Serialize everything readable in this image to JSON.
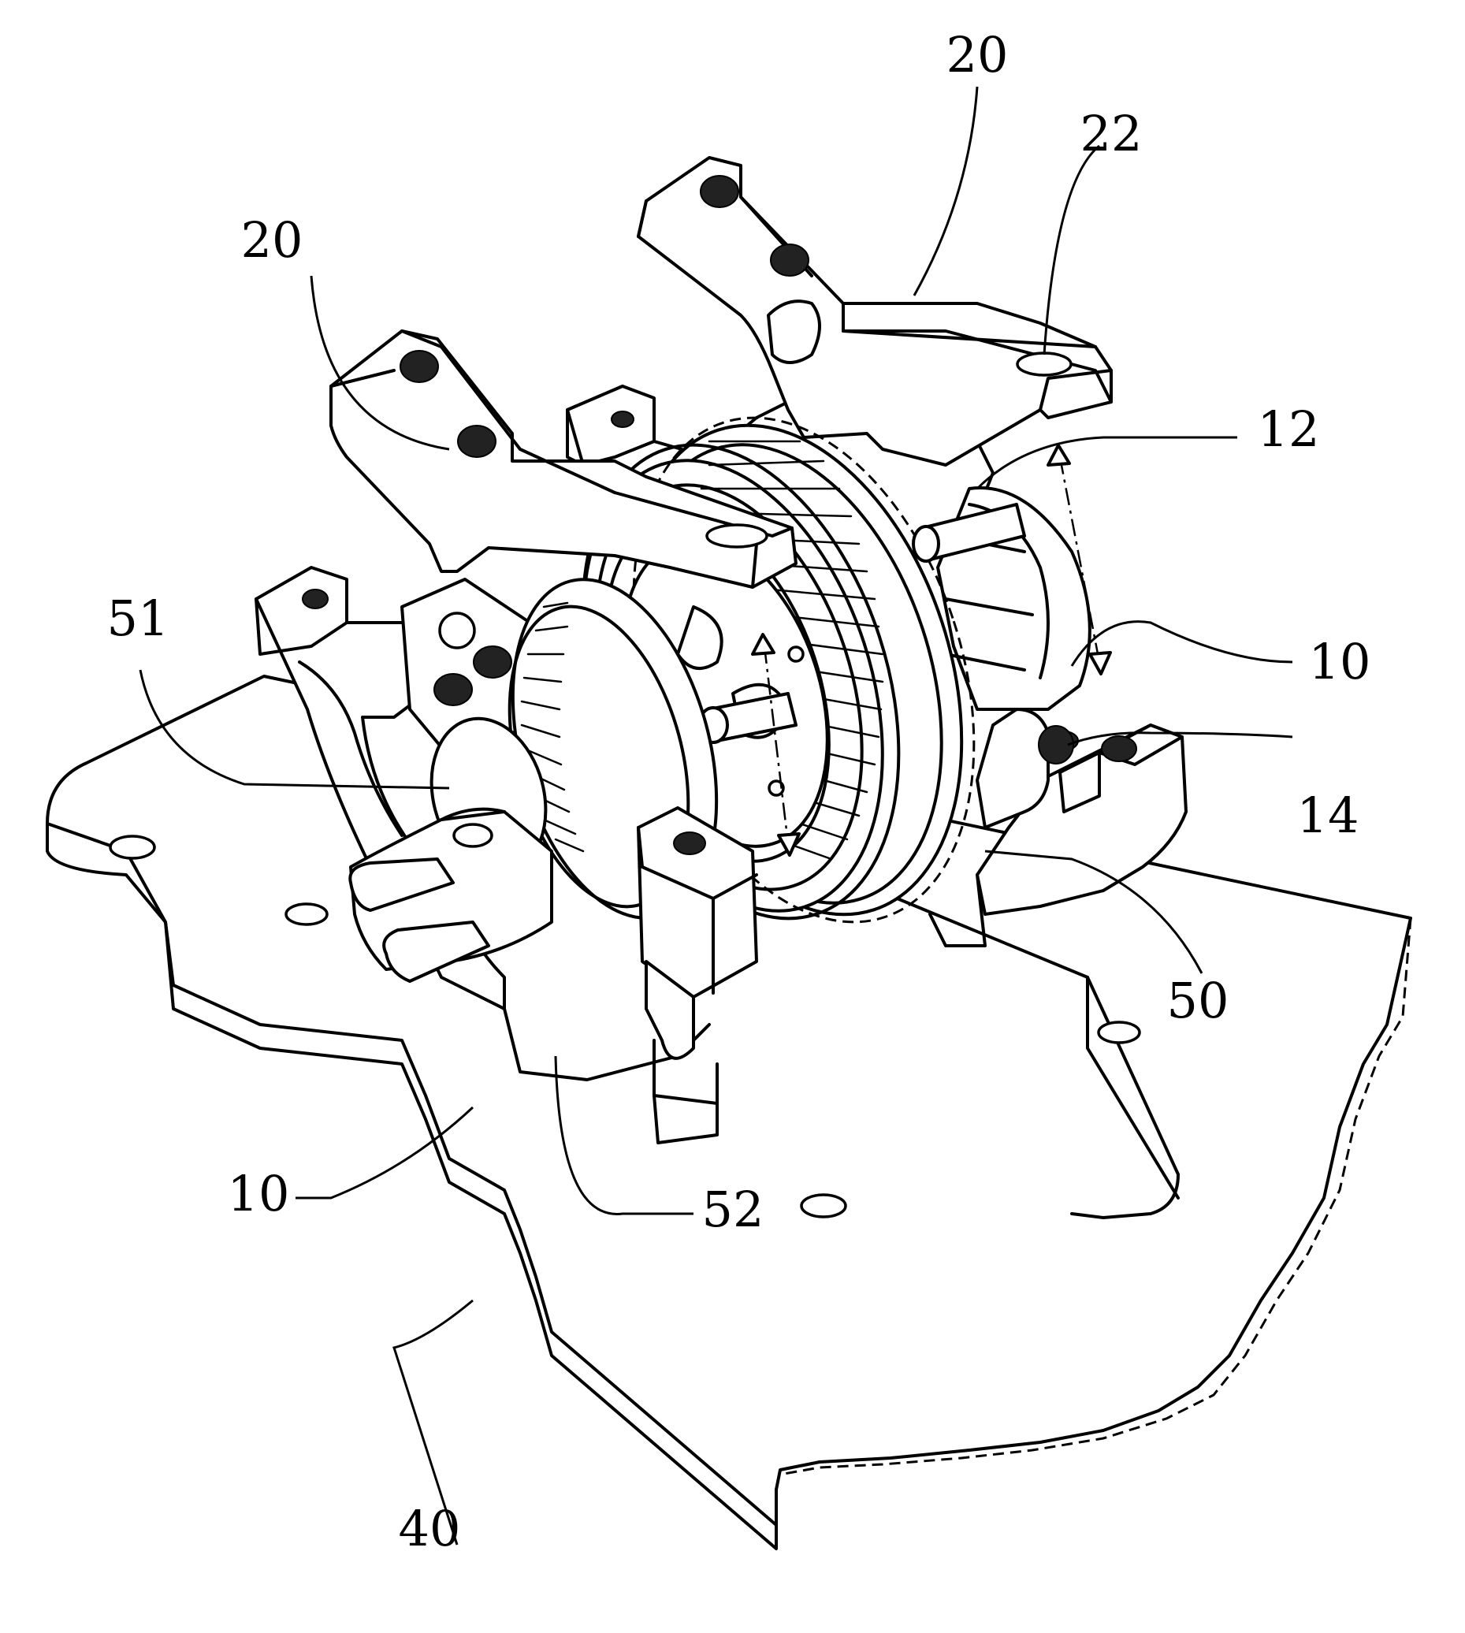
{
  "figure": {
    "labels": {
      "arm_upper": "20",
      "arm_upper_hole": "22",
      "arm_left": "20",
      "housing_bearing": "12",
      "housing_right": "10",
      "housing_right_bolt": "14",
      "pulley": "50",
      "shaft_left": "51",
      "gear_lower": "52",
      "housing_left": "10",
      "base_plate": "40"
    },
    "colors": {
      "line": "#000000",
      "background": "#ffffff"
    }
  }
}
